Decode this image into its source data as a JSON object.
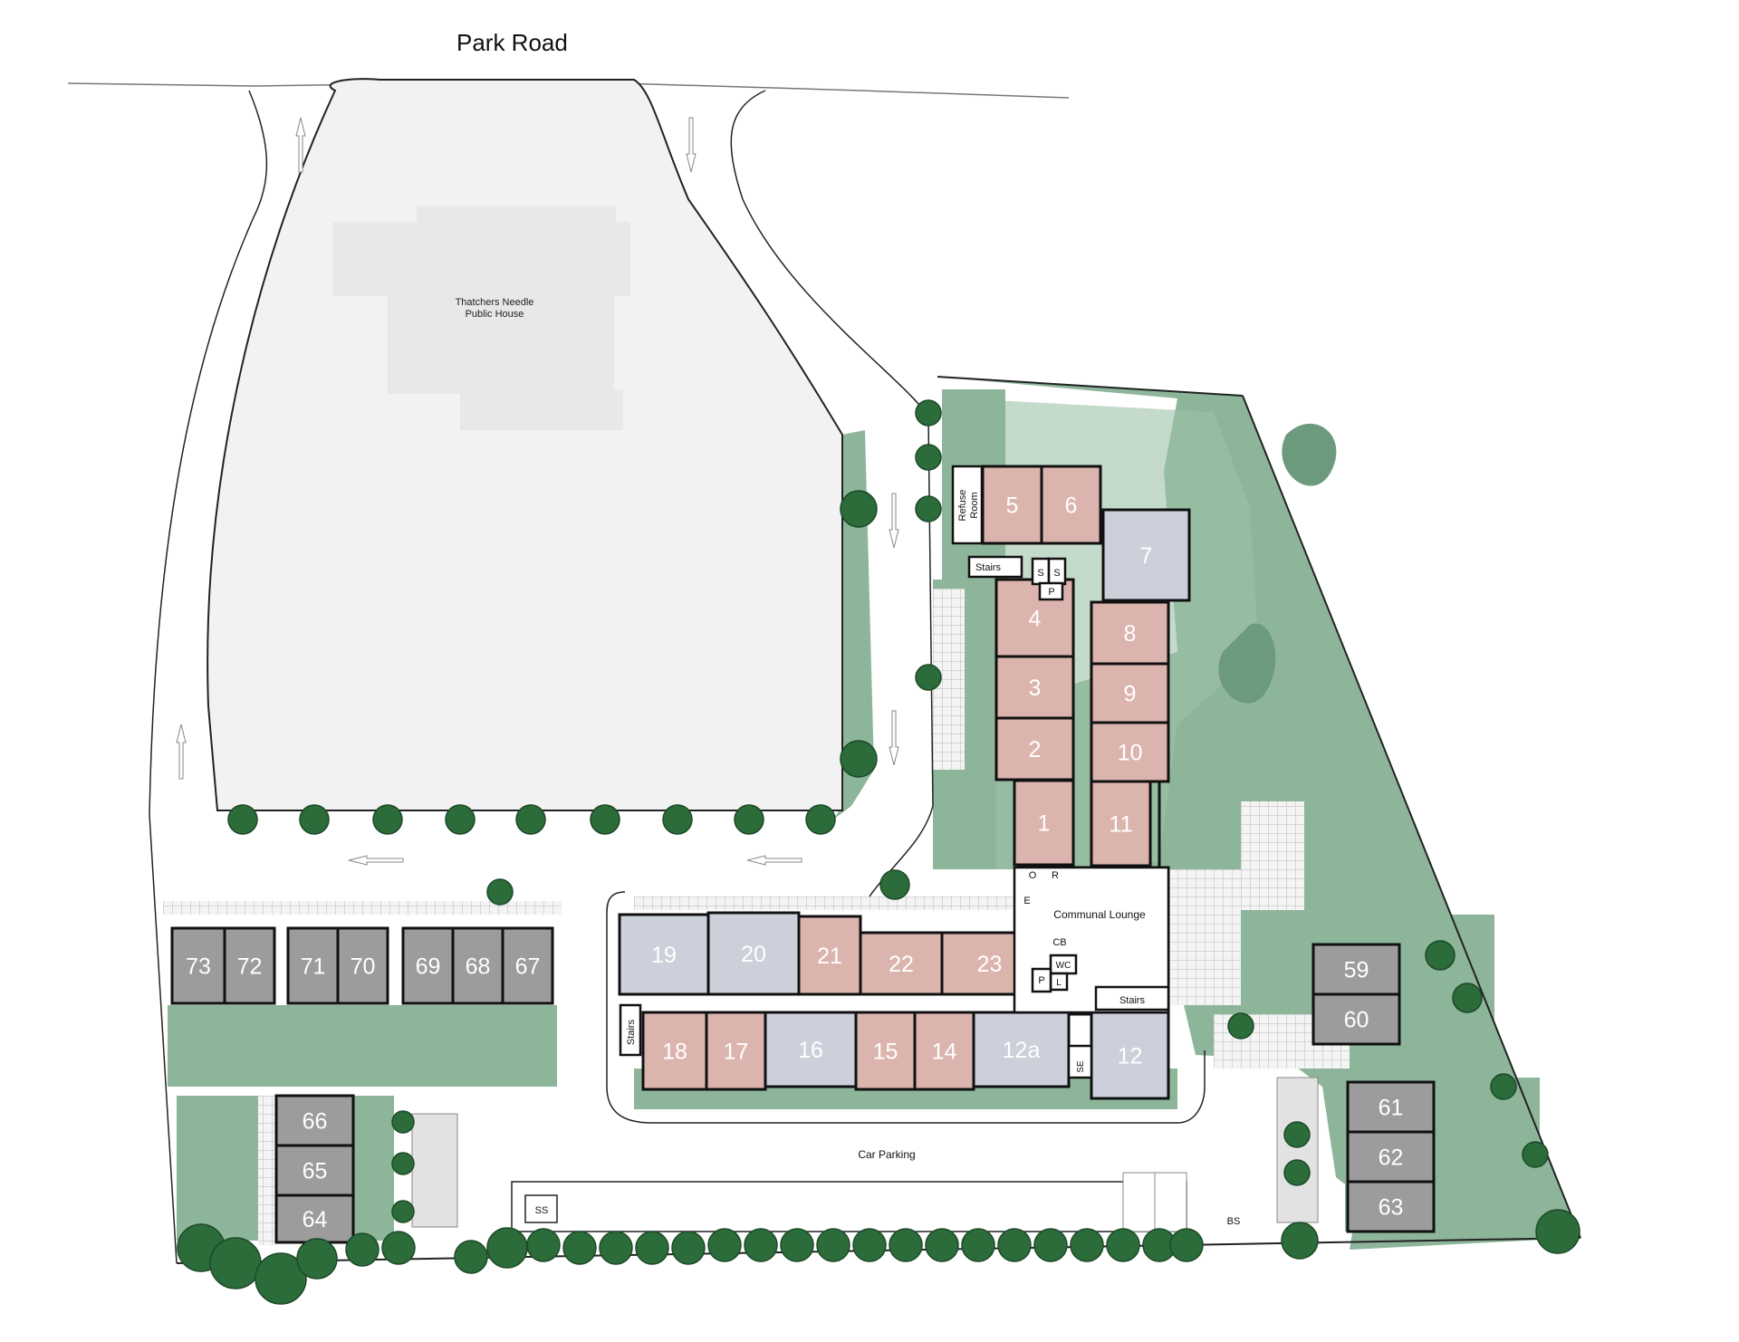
{
  "road_name": "Park Road",
  "pub": {
    "line1": "Thatchers Needle",
    "line2": "Public House"
  },
  "labels": {
    "communal_lounge": "Communal Lounge",
    "car_parking": "Car Parking",
    "refuse_line1": "Refuse",
    "refuse_line2": "Room",
    "stairs": "Stairs",
    "ss": "SS",
    "bs": "BS",
    "s": "S",
    "p": "P",
    "o": "O",
    "r": "R",
    "e": "E",
    "cb": "CB",
    "wc": "WC",
    "l": "L",
    "se": "SE"
  },
  "colors": {
    "pink": "#dcb4ae",
    "blue": "#cbd0da",
    "grey": "#9c9c9c",
    "green": "#8db59a",
    "green_dark": "#6c9a7c",
    "tree": "#2c6b3a",
    "plot": "#f2f2f2"
  },
  "units": [
    {
      "id": "5",
      "color": "pink"
    },
    {
      "id": "6",
      "color": "pink"
    },
    {
      "id": "7",
      "color": "blue"
    },
    {
      "id": "4",
      "color": "pink"
    },
    {
      "id": "3",
      "color": "pink"
    },
    {
      "id": "2",
      "color": "pink"
    },
    {
      "id": "1",
      "color": "pink"
    },
    {
      "id": "8",
      "color": "pink"
    },
    {
      "id": "9",
      "color": "pink"
    },
    {
      "id": "10",
      "color": "pink"
    },
    {
      "id": "11",
      "color": "pink"
    },
    {
      "id": "19",
      "color": "blue"
    },
    {
      "id": "20",
      "color": "blue"
    },
    {
      "id": "21",
      "color": "pink"
    },
    {
      "id": "22",
      "color": "pink"
    },
    {
      "id": "23",
      "color": "pink"
    },
    {
      "id": "18",
      "color": "pink"
    },
    {
      "id": "17",
      "color": "pink"
    },
    {
      "id": "16",
      "color": "blue"
    },
    {
      "id": "15",
      "color": "pink"
    },
    {
      "id": "14",
      "color": "pink"
    },
    {
      "id": "12a",
      "color": "blue"
    },
    {
      "id": "12",
      "color": "blue"
    },
    {
      "id": "73",
      "color": "grey"
    },
    {
      "id": "72",
      "color": "grey"
    },
    {
      "id": "71",
      "color": "grey"
    },
    {
      "id": "70",
      "color": "grey"
    },
    {
      "id": "69",
      "color": "grey"
    },
    {
      "id": "68",
      "color": "grey"
    },
    {
      "id": "67",
      "color": "grey"
    },
    {
      "id": "66",
      "color": "grey"
    },
    {
      "id": "65",
      "color": "grey"
    },
    {
      "id": "64",
      "color": "grey"
    },
    {
      "id": "59",
      "color": "grey"
    },
    {
      "id": "60",
      "color": "grey"
    },
    {
      "id": "61",
      "color": "grey"
    },
    {
      "id": "62",
      "color": "grey"
    },
    {
      "id": "63",
      "color": "grey"
    }
  ]
}
